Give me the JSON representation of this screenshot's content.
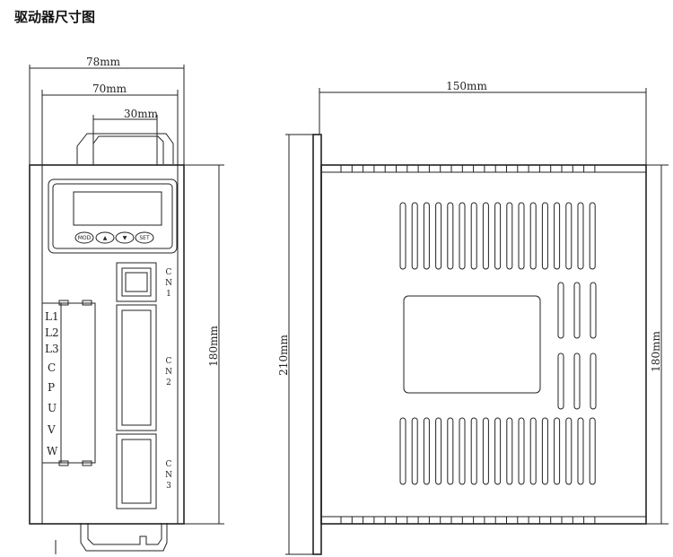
{
  "page": {
    "title": "驱动器尺寸图"
  },
  "front": {
    "dim_overall_width": "78mm",
    "dim_body_width": "70mm",
    "dim_mount_width": "30mm",
    "dim_height": "180mm",
    "buttons": [
      "MOD",
      "▲",
      "▼",
      "SET"
    ],
    "terminals": [
      "L1",
      "L2",
      "L3",
      "C",
      "P",
      "U",
      "V",
      "W"
    ],
    "connectors": [
      {
        "letters": [
          "C",
          "N",
          "1"
        ]
      },
      {
        "letters": [
          "C",
          "N",
          "2"
        ]
      },
      {
        "letters": [
          "C",
          "N",
          "3"
        ]
      }
    ]
  },
  "side": {
    "dim_depth": "150mm",
    "dim_total_height": "210mm",
    "dim_height": "180mm"
  }
}
